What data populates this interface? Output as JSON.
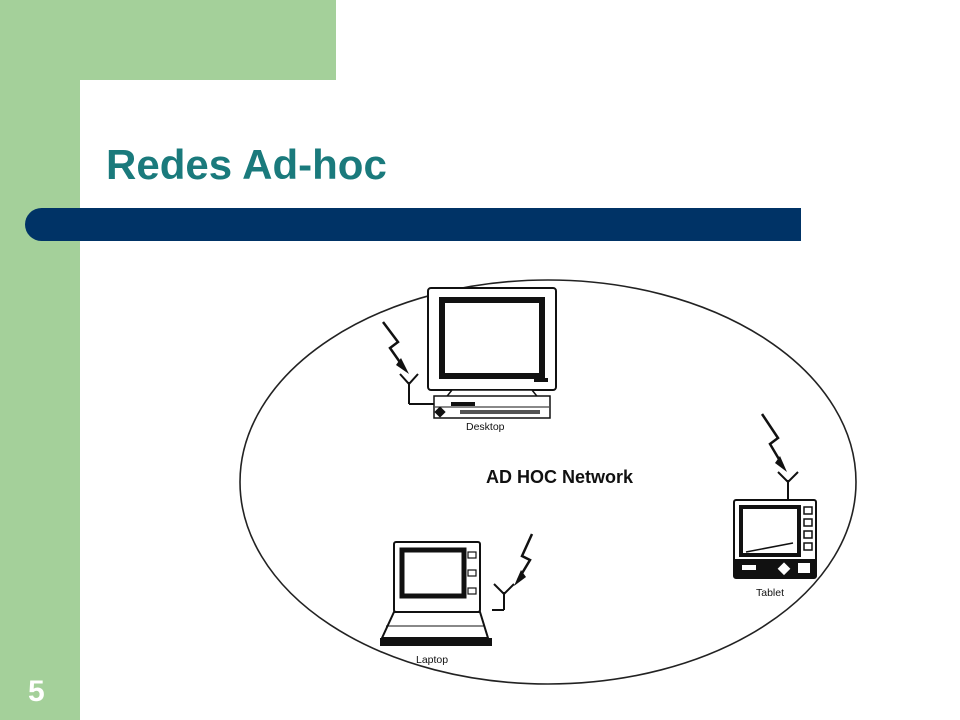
{
  "slide": {
    "title": "Redes Ad-hoc",
    "number": "5"
  },
  "diagram": {
    "network_label": "AD HOC Network",
    "nodes": [
      {
        "id": "desktop",
        "label": "Desktop",
        "icon": "desktop-computer-icon"
      },
      {
        "id": "tablet",
        "label": "Tablet",
        "icon": "tablet-icon"
      },
      {
        "id": "laptop",
        "label": "Laptop",
        "icon": "laptop-icon"
      }
    ],
    "antenna_icon": "wireless-antenna-icon"
  },
  "colors": {
    "sidebar_green": "#a4d09a",
    "title_teal": "#1a7a7c",
    "bar_navy": "#003366"
  }
}
